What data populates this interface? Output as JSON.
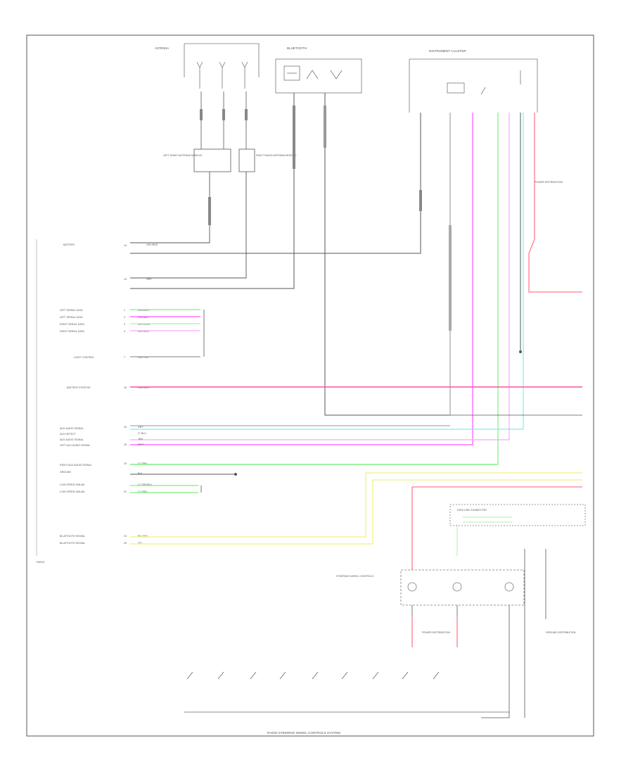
{
  "colors": {
    "frame": "#555555",
    "wire_dark": "#555555",
    "wire_gray": "#9a9a9a",
    "pink": "#ff4fa8",
    "magenta": "#ff55ff",
    "green": "#7cf07c",
    "cyan": "#7cf0f0",
    "light_pink": "#f4a8ff",
    "yellow": "#f0f080",
    "red_pink": "#ff7b8b",
    "light_green": "#a8f0a8"
  },
  "components": {
    "antenna_label": "ANTENNA",
    "bluetooth_module": "BLUETOOTH",
    "instrument_cluster": "INSTRUMENT CLUSTER",
    "left_antenna_module": "LEFT RADIO ANTENNA MODULE",
    "right_antenna_module": "RIGHT RADIO ANTENNA MODULE",
    "power_distribution": "POWER DISTRIBUTION",
    "steering_wheel_controls": "STEERING WHEEL CONTROLS",
    "data_link": "DATA LINK CONNECTOR",
    "ground_distribution": "GROUND DISTRIBUTION",
    "radio_label": "RADIO",
    "bottom_title": "RADIO STEERING WHEEL CONTROLS SYSTEM"
  },
  "radio_pins": [
    {
      "label": "BATTERY",
      "wire": "GRY/RED"
    },
    {
      "label": "",
      "wire": "GRY"
    },
    {
      "label": "LEFT SERIAL DATA",
      "wire": "GRN/WHT"
    },
    {
      "label": "LEFT SERIAL DATA",
      "wire": "GRN/BLK"
    },
    {
      "label": "RIGHT SERIAL DATA",
      "wire": "WHT/GRN"
    },
    {
      "label": "RIGHT SERIAL DATA",
      "wire": "WHT/BLK"
    },
    {
      "label": "LIGHT CONTROL",
      "wire": "GRY/YEL"
    },
    {
      "label": "BATTERY POSITIVE",
      "wire": "RED/WHT"
    },
    {
      "label": "AUX AUDIO SIGNAL",
      "wire": "GRY"
    },
    {
      "label": "AUX DETECT",
      "wire": "LT BLU"
    },
    {
      "label": "AUX AUDIO SIGNAL",
      "wire": "TAN"
    },
    {
      "label": "LEFT AUX AUDIO SIGNAL",
      "wire": "WHT"
    },
    {
      "label": "RIGHT AUX AUDIO SIGNAL",
      "wire": "LT GRN"
    },
    {
      "label": "GROUND",
      "wire": "BLK"
    },
    {
      "label": "LOW SPEED GMLAN",
      "wire": "LT GRN/BLK"
    },
    {
      "label": "LOW SPEED GMLAN",
      "wire": "LT GRN"
    },
    {
      "label": "BLUETOOTH SIGNAL",
      "wire": "BLU/YEL"
    },
    {
      "label": "BLUETOOTH SIGNAL",
      "wire": "YEL"
    }
  ]
}
